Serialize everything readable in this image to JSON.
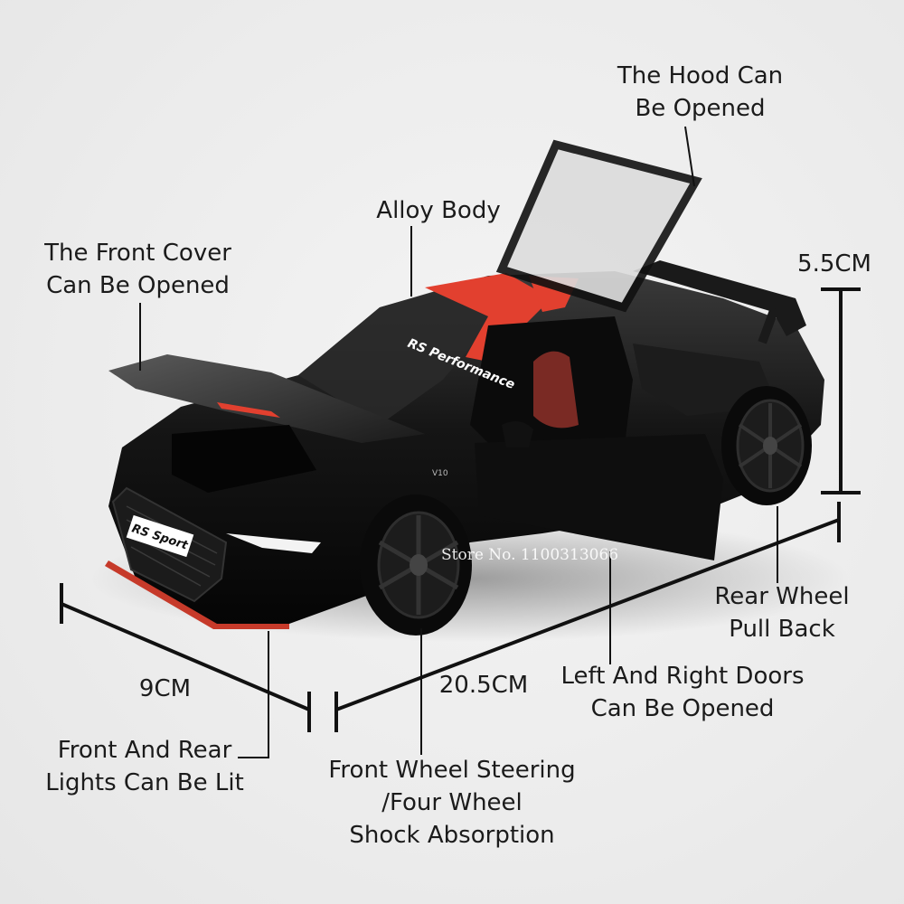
{
  "labels": {
    "hood": [
      "The Hood Can",
      "Be Opened"
    ],
    "alloy": "Alloy Body",
    "front_cover": [
      "The Front Cover",
      "Can Be Opened"
    ],
    "height": "5.5CM",
    "rear_wheel": [
      "Rear Wheel",
      "Pull Back"
    ],
    "width": "9CM",
    "length": "20.5CM",
    "doors": [
      "Left And Right Doors",
      "Can Be Opened"
    ],
    "lights": [
      "Front And Rear",
      "Lights Can Be Lit"
    ],
    "steering": [
      "Front Wheel Steering",
      "/Four Wheel",
      "Shock Absorption"
    ]
  },
  "car": {
    "plate": "RS Sport",
    "windshield_text": "RS Performance",
    "badge": "V10",
    "body_color": "#121212",
    "accent_color": "#e2402f"
  },
  "watermark": "Store No. 1100313066"
}
